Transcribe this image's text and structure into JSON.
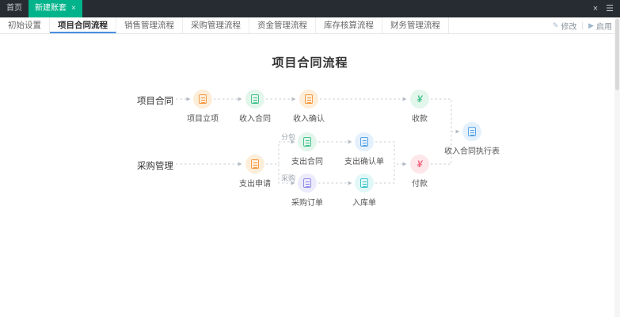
{
  "topbar": {
    "home_label": "首页",
    "active_tab_label": "新建账套",
    "tab_close_glyph": "×",
    "close_glyph": "×",
    "menu_glyph": "☰"
  },
  "tabbar": {
    "tabs": [
      {
        "label": "初始设置"
      },
      {
        "label": "项目合同流程"
      },
      {
        "label": "销售管理流程"
      },
      {
        "label": "采购管理流程"
      },
      {
        "label": "资金管理流程"
      },
      {
        "label": "库存核算流程"
      },
      {
        "label": "财务管理流程"
      }
    ],
    "active_tab": "项目合同流程",
    "separator": "|",
    "actions": [
      {
        "label": "修改",
        "glyph": "✎"
      },
      {
        "label": "启用",
        "glyph": "▶"
      }
    ]
  },
  "content": {
    "title": "项目合同流程",
    "lanes": [
      {
        "label": "项目合同"
      },
      {
        "label": "采购管理"
      }
    ],
    "nodes": [
      {
        "id": "project-init",
        "label": "项目立项",
        "color": "orange"
      },
      {
        "id": "income-contract",
        "label": "收入合同",
        "color": "green"
      },
      {
        "id": "income-confirm",
        "label": "收入确认",
        "color": "orange"
      },
      {
        "id": "receipt",
        "label": "收款",
        "color": "green"
      },
      {
        "id": "expense-apply",
        "label": "支出申请",
        "color": "orange"
      },
      {
        "id": "expense-contract",
        "label": "支出合同",
        "color": "green"
      },
      {
        "id": "expense-confirm",
        "label": "支出确认单",
        "color": "blue"
      },
      {
        "id": "purchase-order",
        "label": "采购订单",
        "color": "purple"
      },
      {
        "id": "stock-in",
        "label": "入库单",
        "color": "teal"
      },
      {
        "id": "payment",
        "label": "付款",
        "color": "red"
      },
      {
        "id": "contract-report",
        "label": "收入合同执行表",
        "color": "blue"
      }
    ],
    "edge_labels": [
      {
        "label": "分包"
      },
      {
        "label": "采购"
      }
    ]
  },
  "colors": {
    "topbar_bg": "#262c31",
    "active_tab_green": "#00b38a",
    "active_underline": "#4a8fe2",
    "orange": "#f59a45",
    "green": "#44c28d",
    "blue": "#56a2e8",
    "purple": "#8f8ce8",
    "teal": "#3ec6c9",
    "red": "#f2647c",
    "edge": "#c8ced6"
  }
}
